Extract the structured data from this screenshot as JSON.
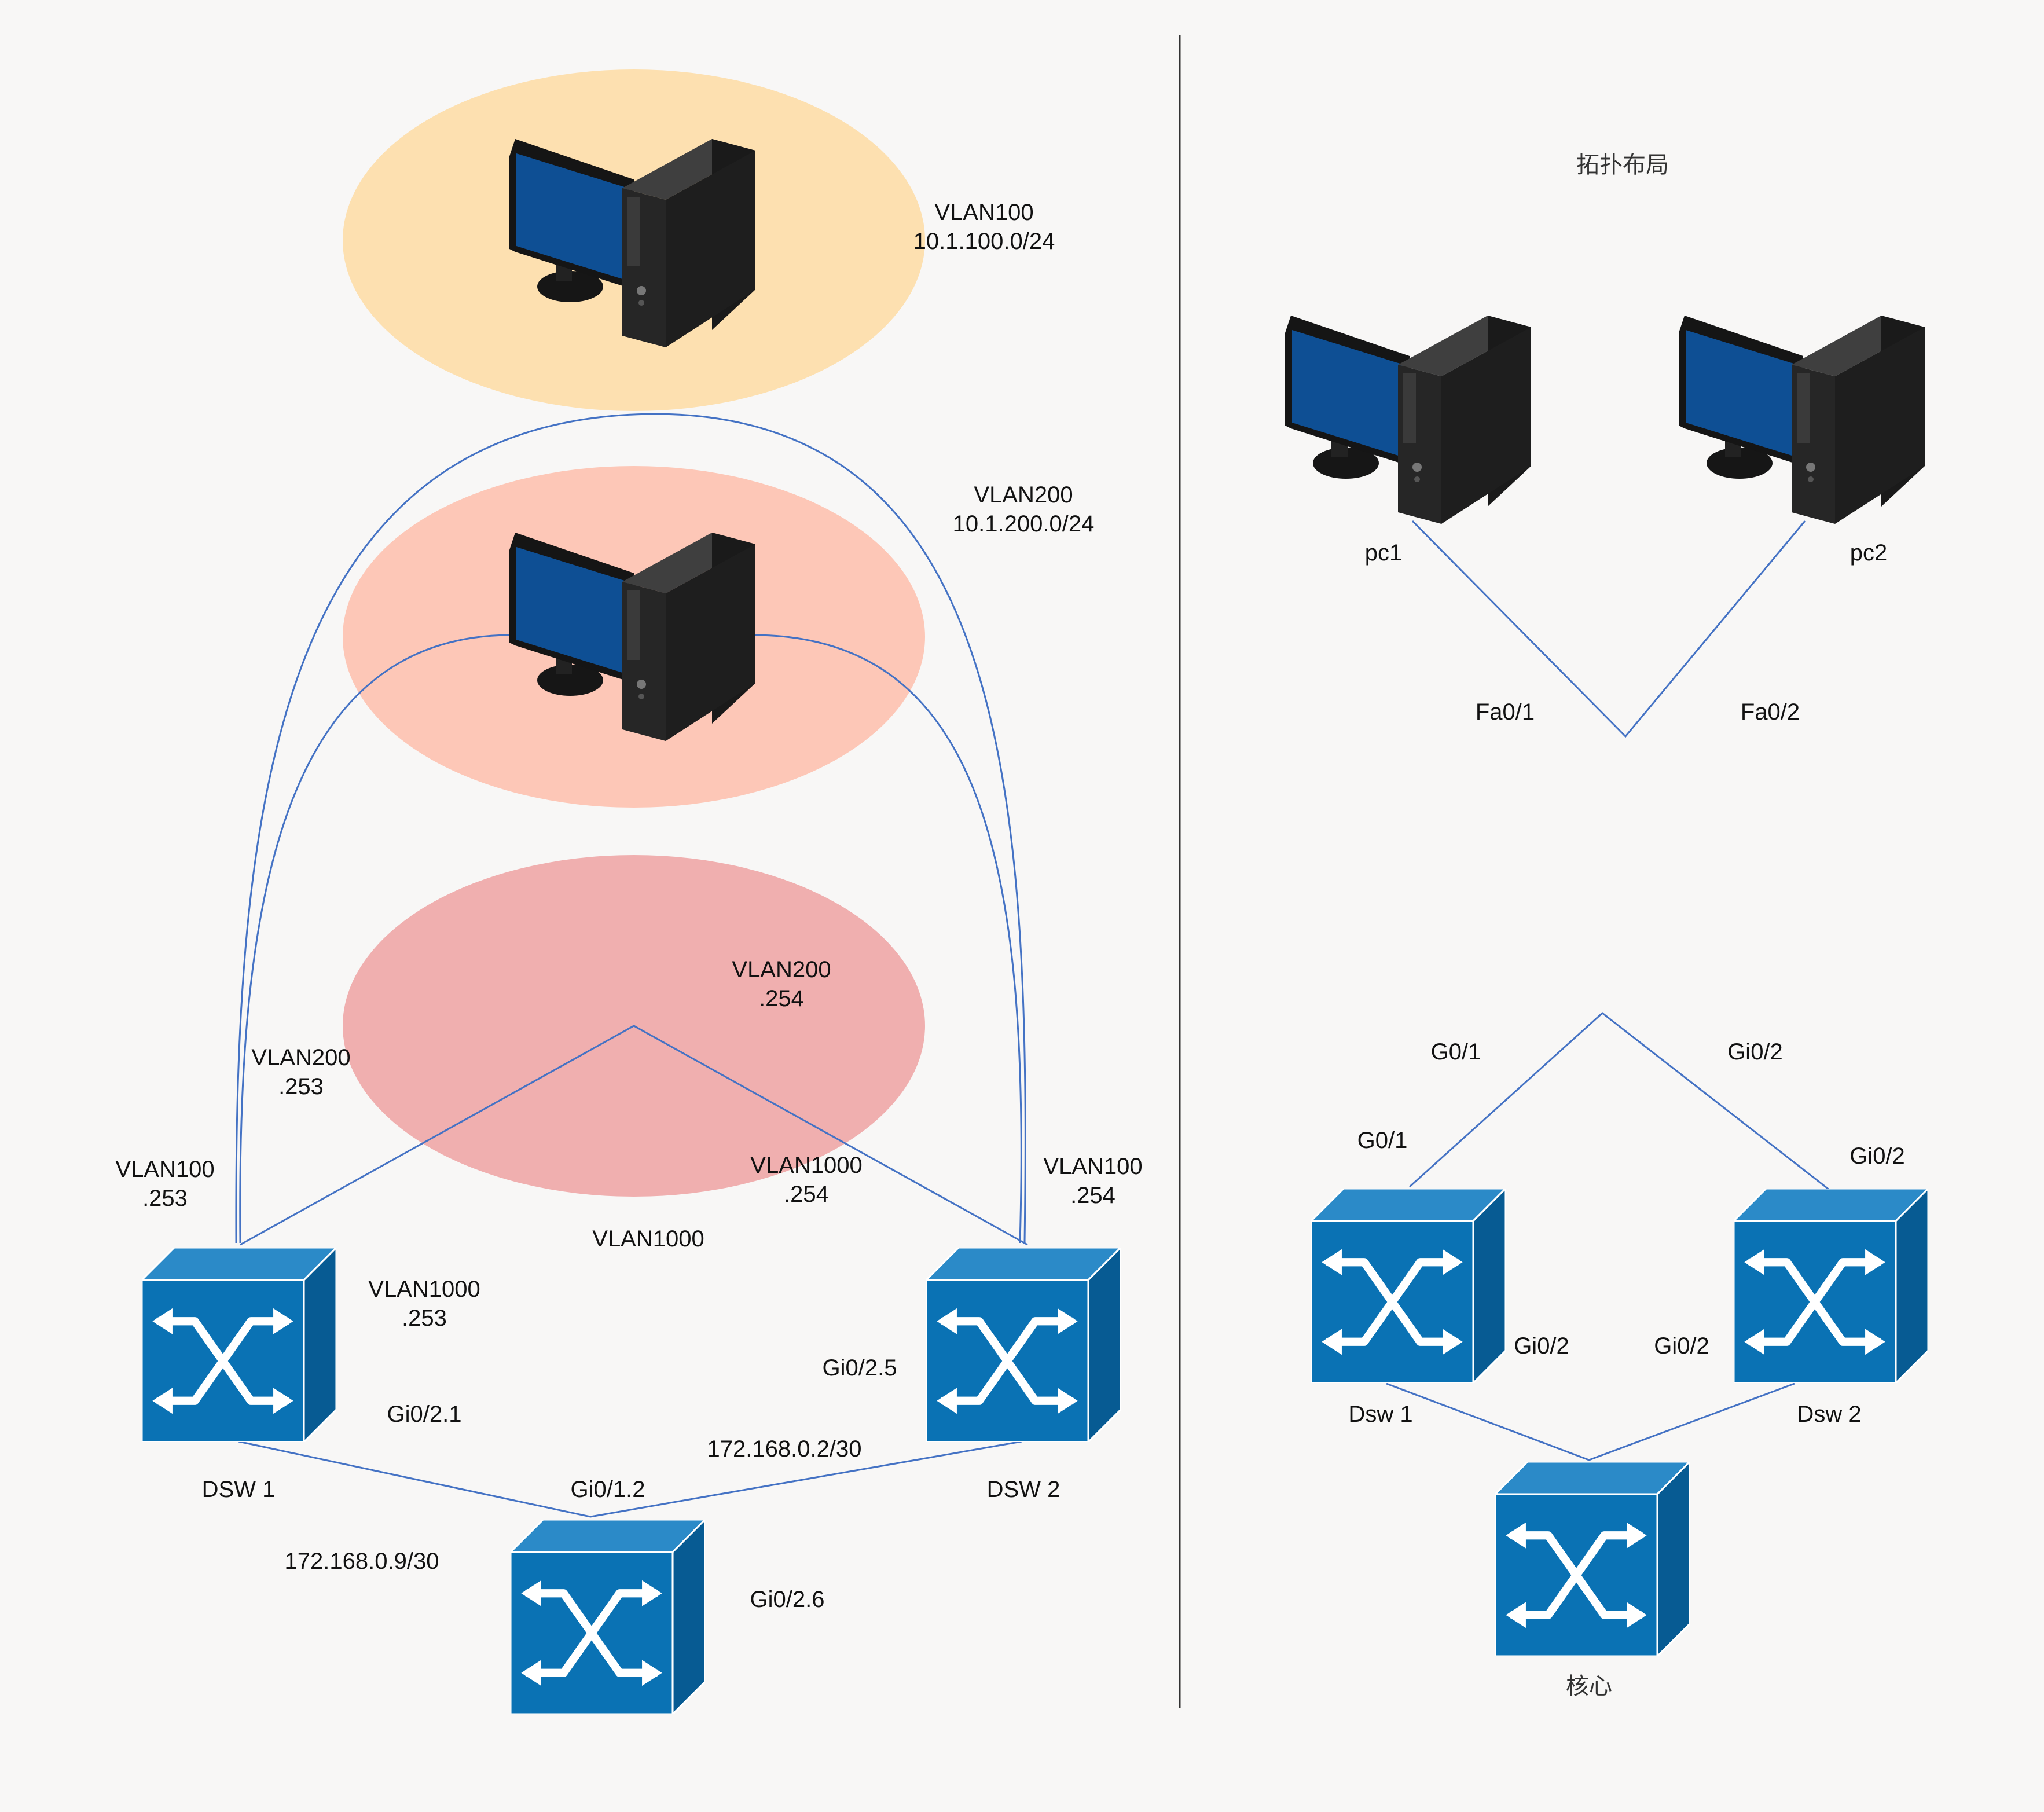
{
  "left_diagram": {
    "vlan_zones": {
      "vlan100": {
        "color": "#fde0b0",
        "name": "VLAN100",
        "subnet": "10.1.100.0/24"
      },
      "vlan200": {
        "color": "#fdc7b7",
        "name": "VLAN200",
        "subnet": "10.1.200.0/24"
      },
      "vlan1000": {
        "color": "#f0afaf",
        "name": "VLAN1000"
      }
    },
    "switches": {
      "dsw1": {
        "name": "DSW 1",
        "icon": "switch-icon"
      },
      "dsw2": {
        "name": "DSW 2",
        "icon": "switch-icon"
      },
      "core": {
        "icon": "switch-icon"
      }
    },
    "interface_labels": {
      "dsw1_vlan100": [
        "VLAN100",
        ".253"
      ],
      "dsw1_vlan200": [
        "VLAN200",
        ".253"
      ],
      "dsw1_vlan1000": [
        "VLAN1000",
        ".253"
      ],
      "dsw1_gi": "Gi0/2.1",
      "dsw1_ip": "172.168.0.9/30",
      "dsw2_vlan100": [
        "VLAN100",
        ".254"
      ],
      "dsw2_vlan200": [
        "VLAN200",
        ".254"
      ],
      "dsw2_vlan1000": [
        "VLAN1000",
        ".254"
      ],
      "dsw2_gi": "Gi0/2.5",
      "dsw2_ip": "172.168.0.2/30",
      "core_gi_top": "Gi0/1.2",
      "core_gi_right": "Gi0/2.6"
    }
  },
  "right_diagram": {
    "title": "拓扑布局",
    "pcs": [
      {
        "name": "pc1",
        "port": "Fa0/1"
      },
      {
        "name": "pc2",
        "port": "Fa0/2"
      }
    ],
    "top_ports": {
      "left": "G0/1",
      "right": "Gi0/2"
    },
    "switches": {
      "dsw1": {
        "name": "Dsw 1",
        "uplink": "G0/1",
        "downlink": "Gi0/2"
      },
      "dsw2": {
        "name": "Dsw 2",
        "uplink": "Gi0/2",
        "downlink": "Gi0/2"
      },
      "core": {
        "name": "核心"
      }
    }
  },
  "colors": {
    "link": "#4472c4",
    "switch": "#0a72b4",
    "monitor_screen": "#0e4f94",
    "divider": "#333333"
  }
}
